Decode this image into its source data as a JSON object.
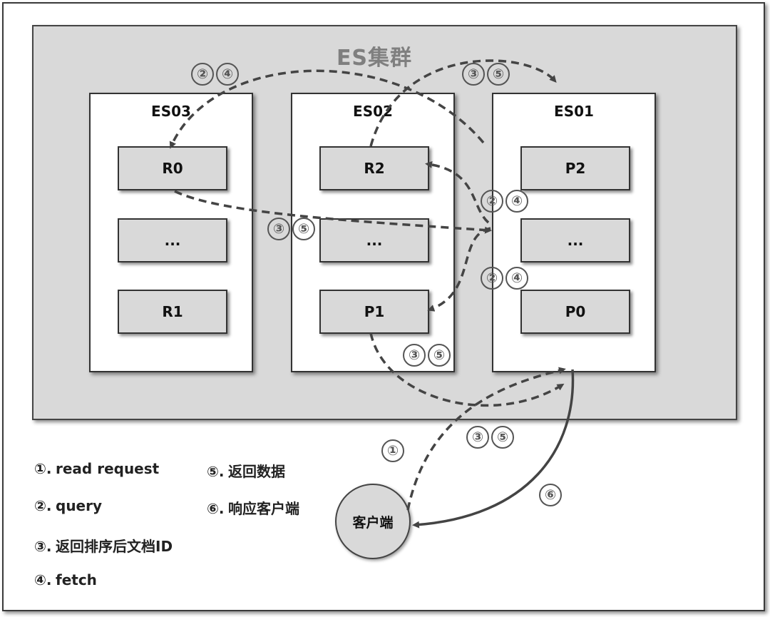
{
  "cluster": {
    "title": "ES集群"
  },
  "nodes": [
    {
      "label": "ES03",
      "shards": [
        "R0",
        "...",
        "R1"
      ]
    },
    {
      "label": "ES02",
      "shards": [
        "R2",
        "...",
        "P1"
      ]
    },
    {
      "label": "ES01",
      "shards": [
        "P2",
        "...",
        "P0"
      ]
    }
  ],
  "client": {
    "label": "客户端"
  },
  "step_markers": {
    "q_es03_a": "②",
    "q_es03_b": "④",
    "r_es01_a": "③",
    "r_es01_b": "⑤",
    "q_r2_a": "②",
    "q_r2_b": "④",
    "r_r0_a": "③",
    "r_r0_b": "⑤",
    "q_p1_a": "②",
    "q_p1_b": "④",
    "r_p1_a": "③",
    "r_p1_b": "⑤",
    "r_bottom_a": "③",
    "r_bottom_b": "⑤",
    "s1": "①",
    "s6": "⑥"
  },
  "legend": [
    {
      "num": "①.",
      "text": "read request"
    },
    {
      "num": "②.",
      "text": "query"
    },
    {
      "num": "③.",
      "text": "返回排序后文档ID"
    },
    {
      "num": "④.",
      "text": "fetch"
    },
    {
      "num": "⑤.",
      "text": "返回数据"
    },
    {
      "num": "⑥.",
      "text": "响应客户端"
    }
  ]
}
